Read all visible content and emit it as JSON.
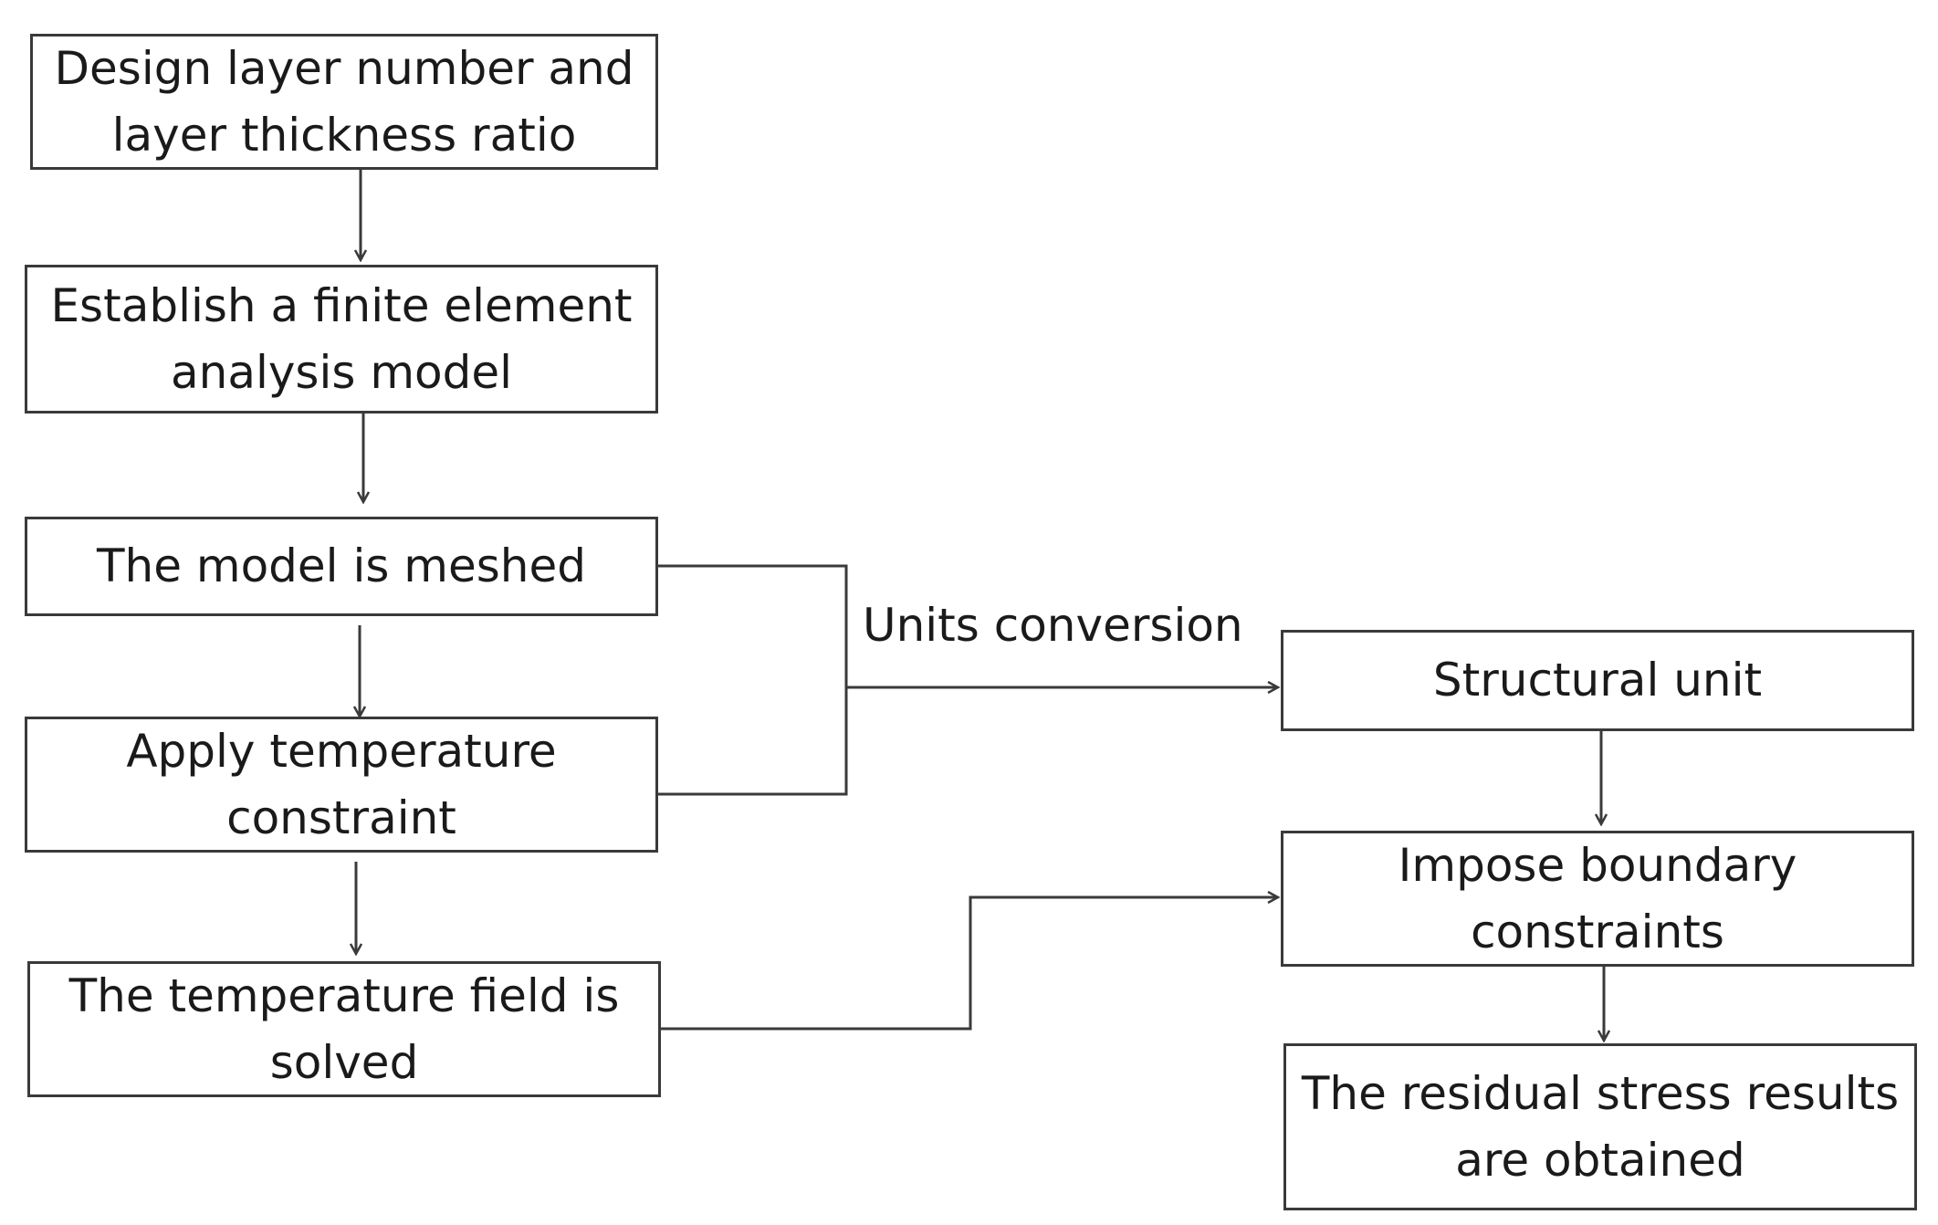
{
  "nodes": {
    "design": "Design layer number and layer thickness ratio",
    "establish": "Establish a finite element analysis model",
    "meshed": "The model is meshed",
    "apply_temp": "Apply temperature constraint",
    "temp_field": "The temperature field is solved",
    "structural": "Structural unit",
    "boundary": "Impose boundary constraints",
    "residual": "The residual stress results are obtained"
  },
  "edges": {
    "units_conversion": "Units conversion"
  }
}
